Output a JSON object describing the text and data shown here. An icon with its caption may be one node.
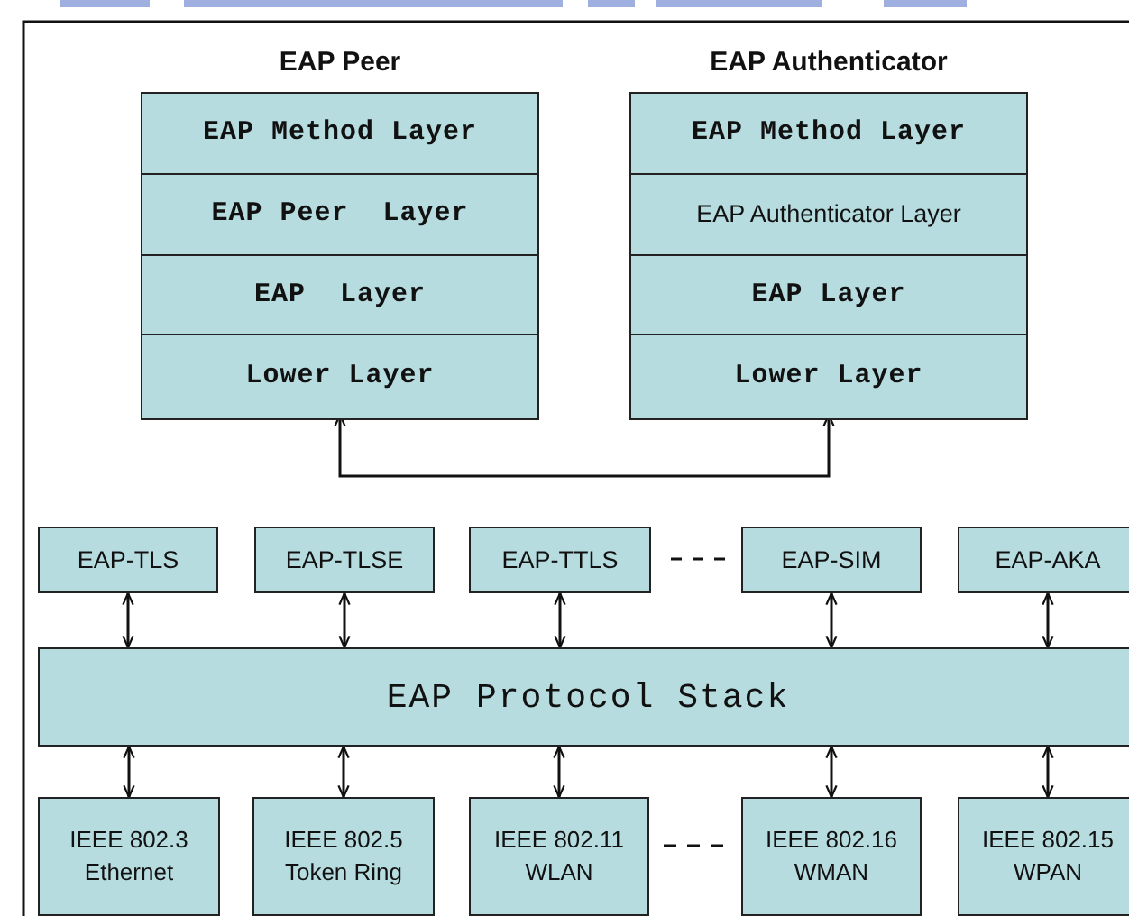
{
  "diagram": {
    "nodes": [
      {
        "text": [
          "EAP Peer"
        ]
      },
      {
        "text": [
          "EAP Method Layer"
        ],
        "in": 0
      },
      {
        "text": [
          "EAP Peer  Layer"
        ],
        "in": 0
      },
      {
        "text": [
          "EAP  Layer"
        ],
        "in": 0
      },
      {
        "text": [
          "Lower Layer"
        ],
        "in": 0
      },
      {
        "text": [
          "EAP Authenticator"
        ]
      },
      {
        "text": [
          "EAP Method Layer"
        ],
        "in": 5
      },
      {
        "text": [
          "EAP Authenticator Layer"
        ],
        "in": 5
      },
      {
        "text": [
          "EAP Layer"
        ],
        "in": 5
      },
      {
        "text": [
          "Lower Layer"
        ],
        "in": 5
      },
      {
        "text": [
          "EAP-TLS"
        ]
      },
      {
        "text": [
          "EAP-TLSE"
        ]
      },
      {
        "text": [
          "EAP-TTLS"
        ]
      },
      {
        "text": [
          "EAP-SIM"
        ]
      },
      {
        "text": [
          "EAP-AKA"
        ]
      },
      {
        "text": [
          "EAP Protocol Stack"
        ]
      },
      {
        "text": [
          "IEEE 802.3 Ethernet"
        ]
      },
      {
        "text": [
          "IEEE 802.5 Token Ring"
        ]
      },
      {
        "text": [
          "IEEE 802.11 WLAN"
        ]
      },
      {
        "text": [
          "IEEE 802.16 WMAN"
        ]
      },
      {
        "text": [
          "IEEE 802.15 WPAN"
        ]
      }
    ],
    "edges": [
      {
        "from": 4,
        "to": 9,
        "arrow": "both"
      },
      {
        "from": 10,
        "to": 15,
        "arrow": "both"
      },
      {
        "from": 11,
        "to": 15,
        "arrow": "both"
      },
      {
        "from": 12,
        "to": 15,
        "arrow": "both"
      },
      {
        "from": 13,
        "to": 15,
        "arrow": "both"
      },
      {
        "from": 14,
        "to": 15,
        "arrow": "both"
      },
      {
        "from": 15,
        "to": 16,
        "arrow": "both"
      },
      {
        "from": 15,
        "to": 17,
        "arrow": "both"
      },
      {
        "from": 15,
        "to": 18,
        "arrow": "both"
      },
      {
        "from": 15,
        "to": 19,
        "arrow": "both"
      },
      {
        "from": 15,
        "to": 20,
        "arrow": "both"
      }
    ]
  }
}
